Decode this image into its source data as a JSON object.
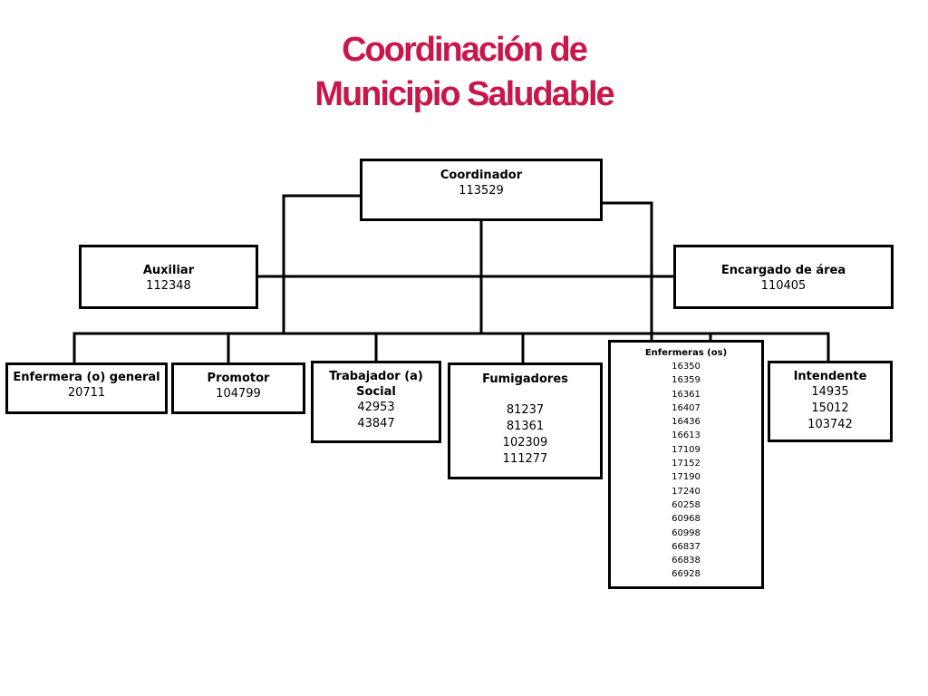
{
  "title": {
    "line1": "Coordinación de",
    "line2": "Municipio Saludable"
  },
  "nodes": {
    "coordinador": {
      "title": "Coordinador",
      "values": [
        "113529"
      ]
    },
    "auxiliar": {
      "title": "Auxiliar",
      "values": [
        "112348"
      ]
    },
    "encargado": {
      "title": "Encargado de área",
      "values": [
        "110405"
      ]
    },
    "enfermera_general": {
      "title": "Enfermera (o) general",
      "values": [
        "20711"
      ]
    },
    "promotor": {
      "title": "Promotor",
      "values": [
        "104799"
      ]
    },
    "trabajador_social": {
      "title_line1": "Trabajador (a)",
      "title_line2": "Social",
      "values": [
        "42953",
        "43847"
      ]
    },
    "fumigadores": {
      "title": "Fumigadores",
      "values": [
        "81237",
        "81361",
        "102309",
        "111277"
      ]
    },
    "enfermeras": {
      "title": "Enfermeras (os)",
      "values": [
        "16350",
        "16359",
        "16361",
        "16407",
        "16436",
        "16613",
        "17109",
        "17152",
        "17190",
        "17240",
        "60258",
        "60968",
        "60998",
        "66837",
        "66838",
        "66928"
      ]
    },
    "intendente": {
      "title": "Intendente",
      "values": [
        "14935",
        "15012",
        "103742"
      ]
    }
  }
}
